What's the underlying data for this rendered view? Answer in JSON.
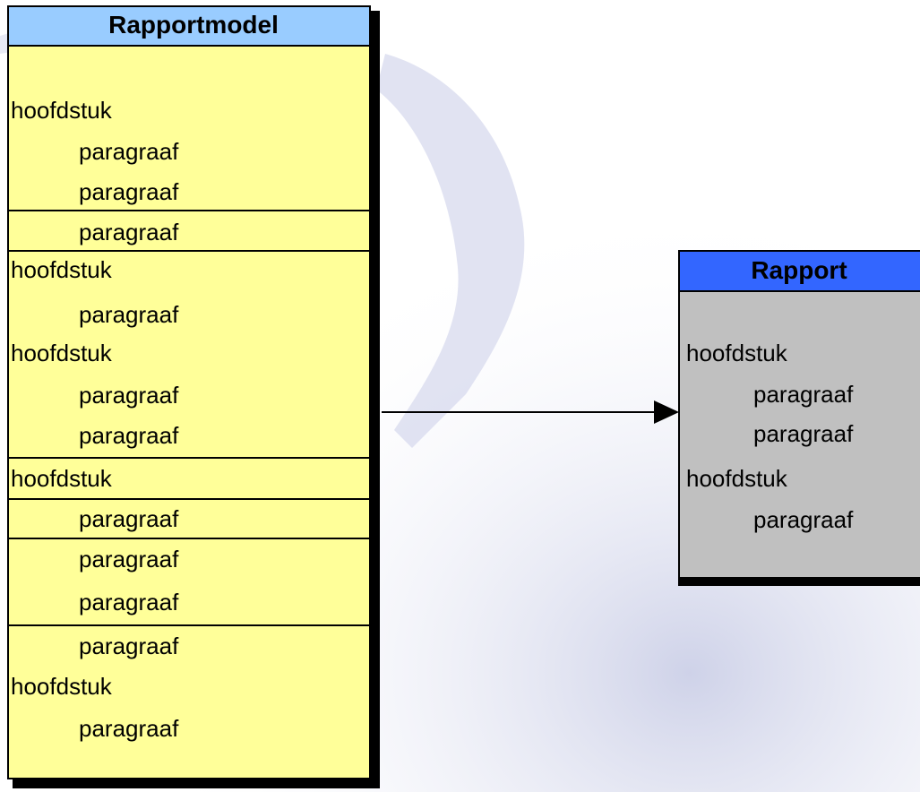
{
  "model": {
    "title": "Rapportmodel",
    "rows": [
      {
        "text": "hoofdstuk",
        "level": 0
      },
      {
        "text": "paragraaf",
        "level": 1
      },
      {
        "text": "paragraaf",
        "level": 1
      },
      {
        "text": "paragraaf",
        "level": 1
      },
      {
        "text": "hoofdstuk",
        "level": 0
      },
      {
        "text": "paragraaf",
        "level": 1
      },
      {
        "text": "hoofdstuk",
        "level": 0
      },
      {
        "text": "paragraaf",
        "level": 1
      },
      {
        "text": "paragraaf",
        "level": 1
      },
      {
        "text": "hoofdstuk",
        "level": 0
      },
      {
        "text": "paragraaf",
        "level": 1
      },
      {
        "text": "paragraaf",
        "level": 1
      },
      {
        "text": "paragraaf",
        "level": 1
      },
      {
        "text": "paragraaf",
        "level": 1
      },
      {
        "text": "hoofdstuk",
        "level": 0
      },
      {
        "text": "paragraaf",
        "level": 1
      }
    ]
  },
  "report": {
    "title": "Rapport",
    "rows": [
      {
        "text": "hoofdstuk",
        "level": 0
      },
      {
        "text": "paragraaf",
        "level": 1
      },
      {
        "text": "paragraaf",
        "level": 1
      },
      {
        "text": "hoofdstuk",
        "level": 0
      },
      {
        "text": "paragraaf",
        "level": 1
      }
    ]
  },
  "colors": {
    "model_body": "#ffff99",
    "model_header": "#99ccff",
    "report_body": "#c0c0c0",
    "report_header": "#3366ff",
    "watermark": "#d9dcef"
  }
}
